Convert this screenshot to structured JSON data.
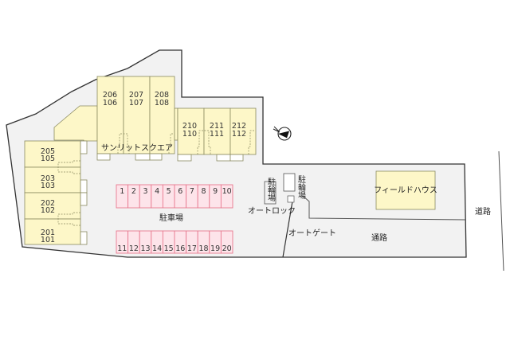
{
  "site": {
    "building_name": "サンリットスクエア",
    "parking_label": "駐車場",
    "bicycle_parking_label_1": "駐輪場",
    "bicycle_parking_label_2": "駐輪場",
    "auto_lock_label": "オートロック",
    "auto_gate_label": "オートゲート",
    "road_label_inner": "通路",
    "road_label_outer": "道路",
    "neighbor_building_label": "フィールドハウス",
    "compass_icon": "north-arrow-icon"
  },
  "units": [
    {
      "upper": "206",
      "lower": "106"
    },
    {
      "upper": "207",
      "lower": "107"
    },
    {
      "upper": "208",
      "lower": "108"
    },
    {
      "upper": "210",
      "lower": "110"
    },
    {
      "upper": "211",
      "lower": "111"
    },
    {
      "upper": "212",
      "lower": "112"
    },
    {
      "upper": "205",
      "lower": "105"
    },
    {
      "upper": "203",
      "lower": "103"
    },
    {
      "upper": "202",
      "lower": "102"
    },
    {
      "upper": "201",
      "lower": "101"
    }
  ],
  "parking_slots": {
    "top_row": [
      "1",
      "2",
      "3",
      "4",
      "5",
      "6",
      "7",
      "8",
      "9",
      "10"
    ],
    "bottom_row": [
      "11",
      "12",
      "13",
      "14",
      "15",
      "16",
      "17",
      "18",
      "19",
      "20"
    ]
  },
  "colors": {
    "lot": "#f2f2f2",
    "building": "#fdf7c8",
    "building_stroke": "#8a8a60",
    "parking_fill": "#fde4ea",
    "parking_stroke": "#e87a90",
    "outline": "#333333"
  }
}
